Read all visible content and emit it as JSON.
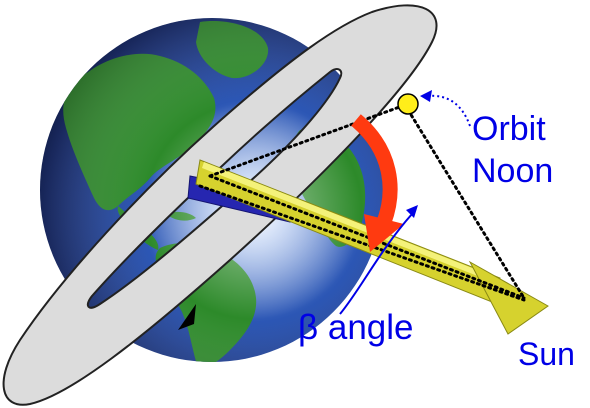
{
  "labels": {
    "orbit_line1": "Orbit",
    "orbit_line2": "Noon",
    "beta_angle": "β angle",
    "sun": "Sun"
  },
  "colors": {
    "label_blue": "#0000e6",
    "orbit_ring_fill": "#dcdcdc",
    "orbit_ring_stroke": "#222222",
    "ocean_dark": "#071848",
    "ocean_mid": "#2a55b4",
    "ocean_light": "#b8cdf2",
    "land": "#2d8a2a",
    "sun_beam": "#d6d22e",
    "sun_beam_highlight": "#f4f27a",
    "earth_axis": "#2626b0",
    "beta_arrow": "#ff3a10",
    "orbit_noon_point": "#ffee1a"
  },
  "icons": {
    "orbit_direction": "triangle-arrow-icon",
    "beta_arc": "curved-arrow-icon"
  }
}
